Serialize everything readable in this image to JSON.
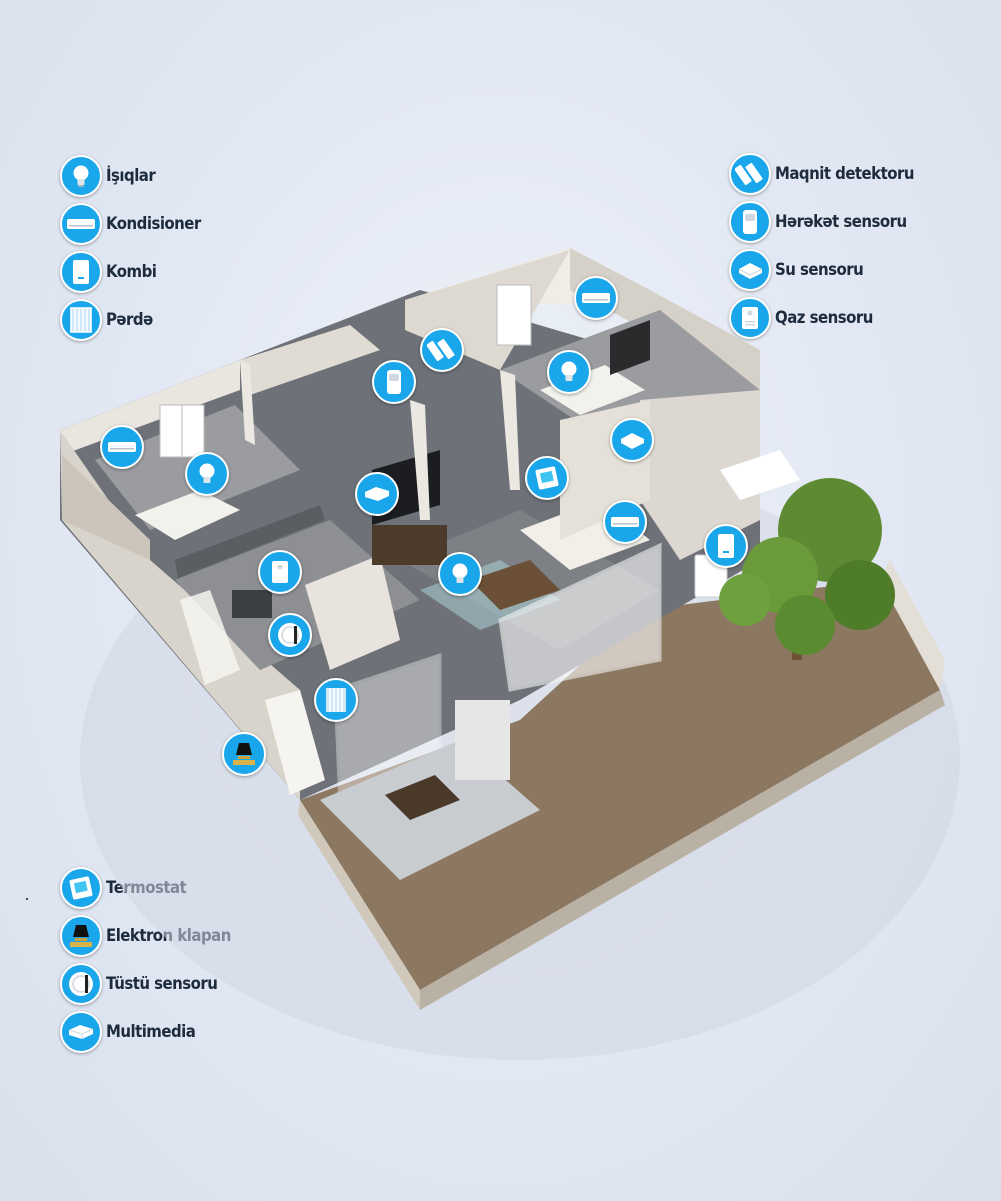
{
  "legend_top_left": [
    {
      "label": "İşıqlar",
      "icon": "light-bulb-icon"
    },
    {
      "label": "Kondisioner",
      "icon": "air-conditioner-icon"
    },
    {
      "label": "Kombi",
      "icon": "boiler-icon"
    },
    {
      "label": "Pərdə",
      "icon": "curtain-icon"
    }
  ],
  "legend_top_right": [
    {
      "label": "Maqnit detektoru",
      "icon": "magnetic-detector-icon"
    },
    {
      "label": "Hərəkət sensoru",
      "icon": "motion-sensor-icon"
    },
    {
      "label": "Su sensoru",
      "icon": "water-sensor-icon"
    },
    {
      "label": "Qaz sensoru",
      "icon": "gas-sensor-icon"
    }
  ],
  "legend_bottom_left": [
    {
      "label": "Termostat",
      "icon": "thermostat-icon"
    },
    {
      "label": "Elektron klapan",
      "icon": "electronic-valve-icon"
    },
    {
      "label": "Tüstü sensoru",
      "icon": "smoke-sensor-icon"
    },
    {
      "label": "Multimedia",
      "icon": "multimedia-icon"
    }
  ],
  "colors": {
    "badge": "#1aa6ea",
    "badge_border": "#ffffff",
    "label": "#1d2b3d",
    "background": "#e4e9f3",
    "wall": "#ddd8cf",
    "floor": "#6e7278",
    "yard": "#8c7760",
    "tree": "#5d8a32"
  }
}
